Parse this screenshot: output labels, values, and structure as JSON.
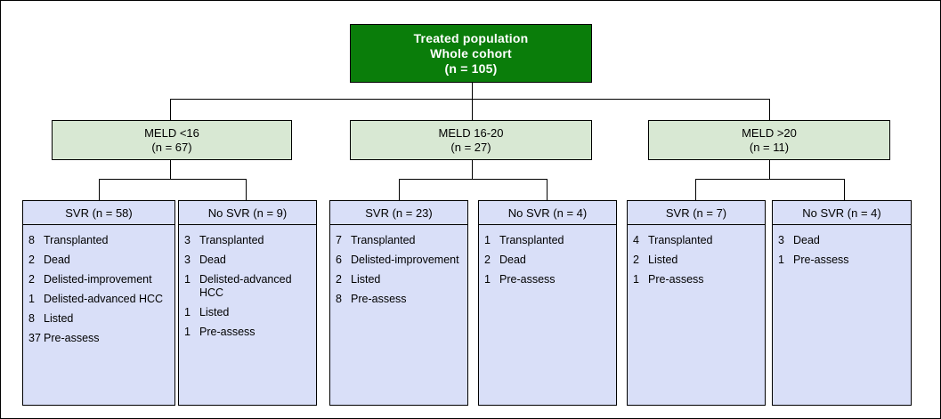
{
  "diagram": {
    "title_root": {
      "line1": "Treated population",
      "line2": "Whole cohort",
      "line3": "(n = 105)"
    },
    "colors": {
      "root_fill": "#0a7d0a",
      "root_text": "#ffffff",
      "strata_fill": "#d8e8d3",
      "panel_fill": "#d9dff8",
      "stroke": "#000000",
      "page_background": "#ffffff"
    },
    "strata": [
      {
        "label": "MELD <16",
        "count": "(n = 67)"
      },
      {
        "label": "MELD 16-20",
        "count": "(n = 27)"
      },
      {
        "label": "MELD >20",
        "count": "(n = 11)"
      }
    ],
    "panels": [
      {
        "header": "SVR (n = 58)",
        "items": [
          {
            "num": "8",
            "txt": "Transplanted"
          },
          {
            "num": "2",
            "txt": "Dead"
          },
          {
            "num": "2",
            "txt": "Delisted-improvement"
          },
          {
            "num": "1",
            "txt": "Delisted-advanced HCC"
          },
          {
            "num": "8",
            "txt": "Listed"
          },
          {
            "num": "37",
            "txt": "Pre-assess"
          }
        ]
      },
      {
        "header": "No SVR (n = 9)",
        "items": [
          {
            "num": "3",
            "txt": "Transplanted"
          },
          {
            "num": "3",
            "txt": "Dead"
          },
          {
            "num": "1",
            "txt": "Delisted-advanced HCC"
          },
          {
            "num": "1",
            "txt": "Listed"
          },
          {
            "num": "1",
            "txt": "Pre-assess"
          }
        ]
      },
      {
        "header": "SVR (n = 23)",
        "items": [
          {
            "num": "7",
            "txt": "Transplanted"
          },
          {
            "num": "6",
            "txt": "Delisted-improvement"
          },
          {
            "num": "2",
            "txt": "Listed"
          },
          {
            "num": "8",
            "txt": "Pre-assess"
          }
        ]
      },
      {
        "header": "No SVR (n = 4)",
        "items": [
          {
            "num": "1",
            "txt": "Transplanted"
          },
          {
            "num": "2",
            "txt": "Dead"
          },
          {
            "num": "1",
            "txt": "Pre-assess"
          }
        ]
      },
      {
        "header": "SVR (n = 7)",
        "items": [
          {
            "num": "4",
            "txt": "Transplanted"
          },
          {
            "num": "2",
            "txt": "Listed"
          },
          {
            "num": "1",
            "txt": "Pre-assess"
          }
        ]
      },
      {
        "header": "No SVR (n = 4)",
        "items": [
          {
            "num": "3",
            "txt": "Dead"
          },
          {
            "num": "1",
            "txt": "Pre-assess"
          }
        ]
      }
    ]
  }
}
